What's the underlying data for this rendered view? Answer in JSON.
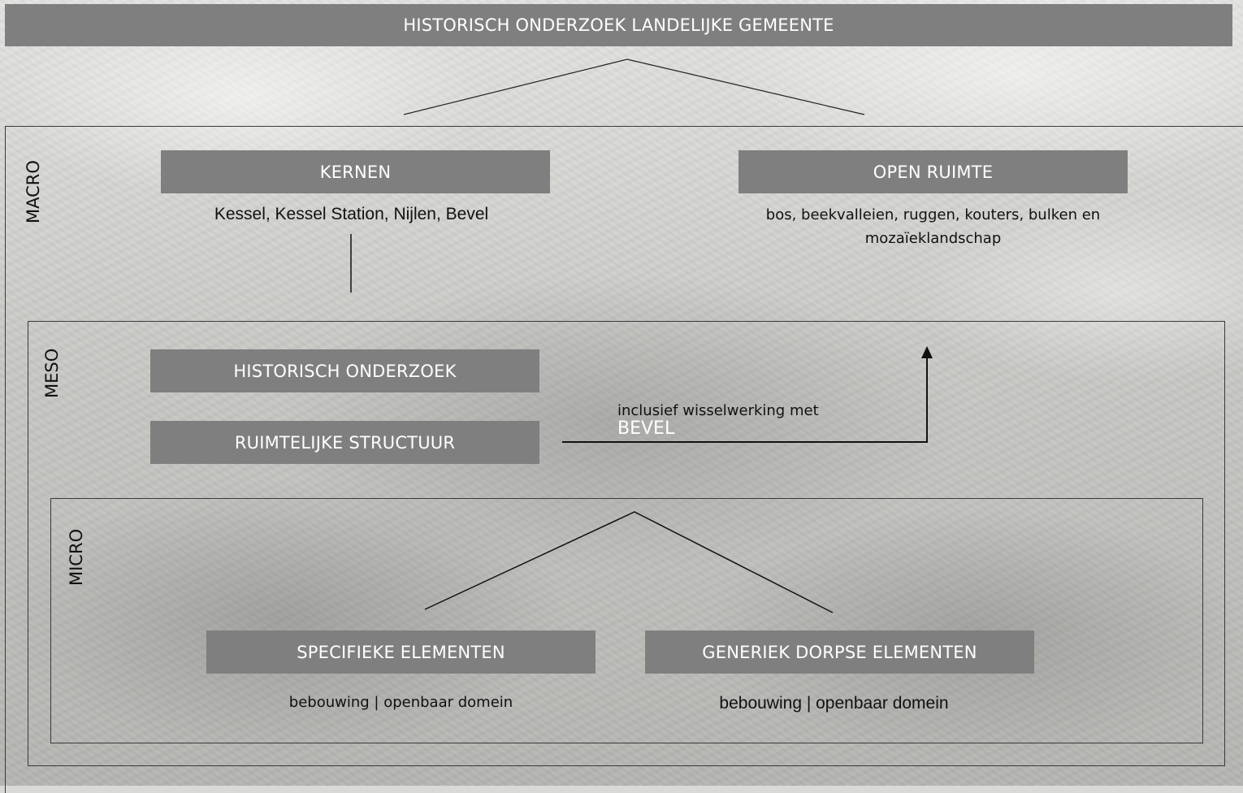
{
  "header": {
    "title": "HISTORISCH ONDERZOEK LANDELIJKE GEMEENTE"
  },
  "levels": {
    "macro": "MACRO",
    "meso": "MESO",
    "micro": "MICRO"
  },
  "macro": {
    "kernen": {
      "label": "KERNEN",
      "detail": "Kessel, Kessel Station, Nijlen, Bevel"
    },
    "open_ruimte": {
      "label": "OPEN RUIMTE",
      "detail_line1": "bos, beekvalleien, ruggen, kouters, bulken en",
      "detail_line2": "mozaïeklandschap"
    }
  },
  "meso": {
    "historisch_onderzoek": "HISTORISCH ONDERZOEK",
    "ruimtelijke_structuur": "RUIMTELIJKE STRUCTUUR",
    "interaction_note": "inclusief wisselwerking met",
    "overlay_word": "BEVEL"
  },
  "micro": {
    "specifieke": {
      "label": "SPECIFIEKE ELEMENTEN",
      "detail": "bebouwing | openbaar domein"
    },
    "generiek": {
      "label": "GENERIEK DORPSE ELEMENTEN",
      "detail": "bebouwing | openbaar domein"
    }
  },
  "colors": {
    "box_fill": "#7f7f7f",
    "box_text": "#ffffff",
    "line": "#111111"
  }
}
